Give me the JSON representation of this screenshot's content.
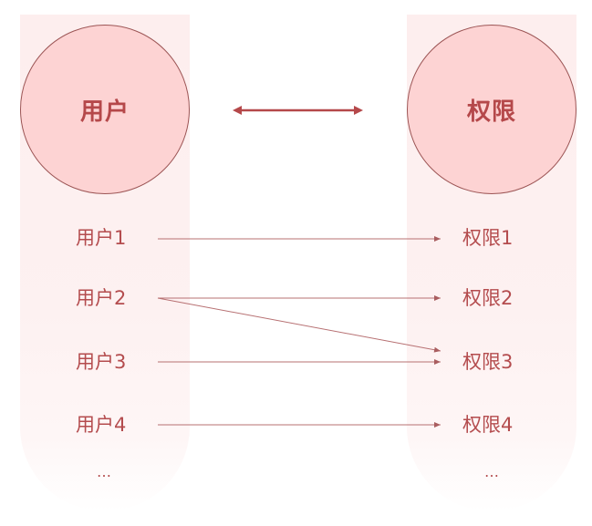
{
  "diagram": {
    "type": "many-to-many mapping",
    "left_entity": {
      "title": "用户"
    },
    "right_entity": {
      "title": "权限"
    },
    "relation_arrow": "bidirectional",
    "users": [
      {
        "label": "用户1"
      },
      {
        "label": "用户2"
      },
      {
        "label": "用户3"
      },
      {
        "label": "用户4"
      }
    ],
    "permissions": [
      {
        "label": "权限1"
      },
      {
        "label": "权限2"
      },
      {
        "label": "权限3"
      },
      {
        "label": "权限4"
      }
    ],
    "ellipsis_left": "…",
    "ellipsis_right": "…",
    "mappings": [
      {
        "from": "用户1",
        "to": "权限1"
      },
      {
        "from": "用户2",
        "to": "权限2"
      },
      {
        "from": "用户2",
        "to": "权限3"
      },
      {
        "from": "用户3",
        "to": "权限3"
      },
      {
        "from": "用户4",
        "to": "权限4"
      }
    ],
    "colors": {
      "circle_fill": "#fdd3d3",
      "circle_stroke": "#9c5555",
      "column_fill": "#fdeeee",
      "text": "#b44c4e",
      "arrow": "#b5484a",
      "connector": "#b77072"
    }
  }
}
